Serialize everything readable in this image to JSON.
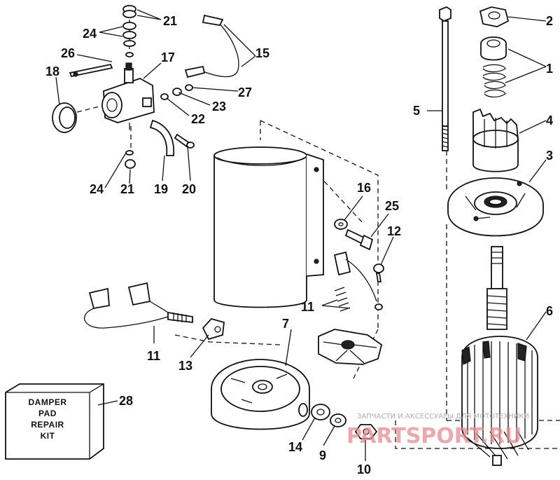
{
  "callouts": {
    "n1": "1",
    "n2": "2",
    "n3": "3",
    "n4": "4",
    "n5": "5",
    "n6": "6",
    "n7": "7",
    "n9": "9",
    "n10": "10",
    "n11a": "11",
    "n11b": "11",
    "n12": "12",
    "n13": "13",
    "n14": "14",
    "n15": "15",
    "n16": "16",
    "n17": "17",
    "n18": "18",
    "n19": "19",
    "n20": "20",
    "n21a": "21",
    "n21b": "21",
    "n22": "22",
    "n23": "23",
    "n24a": "24",
    "n24b": "24",
    "n25": "25",
    "n26": "26",
    "n27": "27",
    "n28": "28"
  },
  "kit_box": {
    "line1": "DAMPER",
    "line2": "PAD",
    "line3": "REPAIR",
    "line4": "KIT"
  },
  "watermark": {
    "caption": "ЗАПЧАСТИ И АКСЕССУАРЫ ДЛЯ МОТОТЕХНИКИ",
    "logo": "PARTSPORT.RU"
  },
  "colors": {
    "ink": "#111111",
    "watermark_logo": "#e58c92",
    "watermark_caption": "#b8a8ba"
  }
}
